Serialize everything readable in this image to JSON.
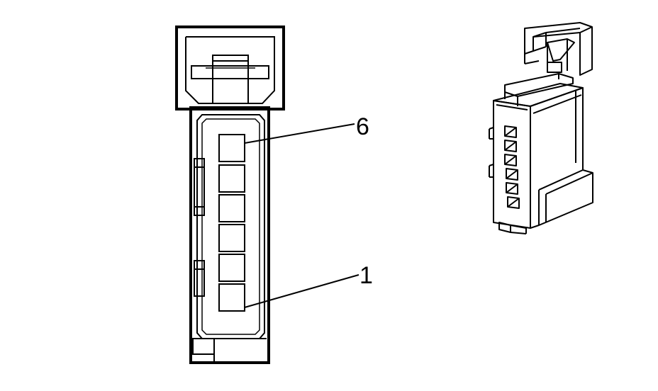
{
  "diagram": {
    "front_view": {
      "cavity_count": 6,
      "callouts": [
        {
          "id": "pin-6",
          "label": "6"
        },
        {
          "id": "pin-1",
          "label": "1"
        }
      ]
    },
    "isometric_view": {
      "cavity_count": 6
    }
  },
  "colors": {
    "line": "#000000",
    "background": "#ffffff"
  }
}
